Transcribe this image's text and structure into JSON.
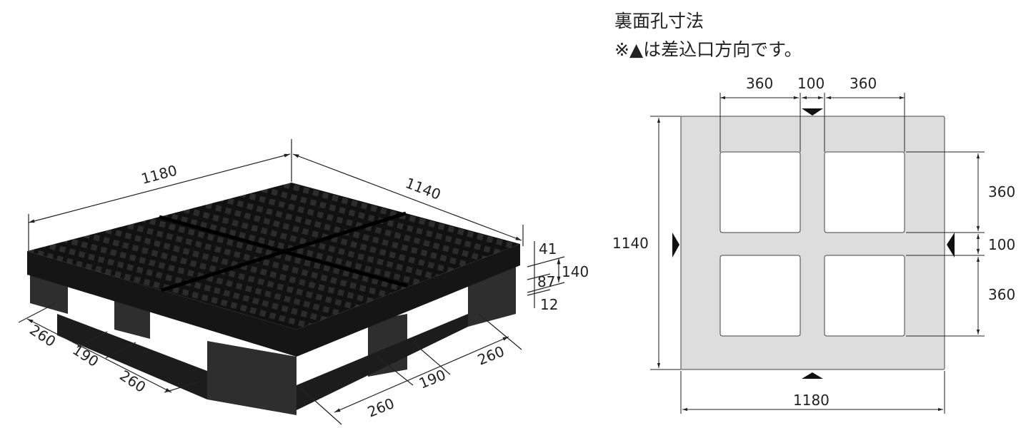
{
  "heading": {
    "title": "裏面孔寸法",
    "note": "※▲は差込口方向です。"
  },
  "product_view": {
    "width": "1180",
    "depth": "1140",
    "height_parts": [
      "41",
      "87",
      "12"
    ],
    "height_total": "140",
    "left_spacing": [
      "260",
      "190",
      "260"
    ],
    "front_spacing": [
      "260",
      "190",
      "260"
    ]
  },
  "bottom_view": {
    "top_dims": [
      "360",
      "100",
      "360"
    ],
    "right_dims": [
      "360",
      "100",
      "360"
    ],
    "width": "1180",
    "depth": "1140"
  },
  "colors": {
    "pallet": "#1a1a1a",
    "bottom_fill": "#dcdddc",
    "line": "#222222"
  }
}
